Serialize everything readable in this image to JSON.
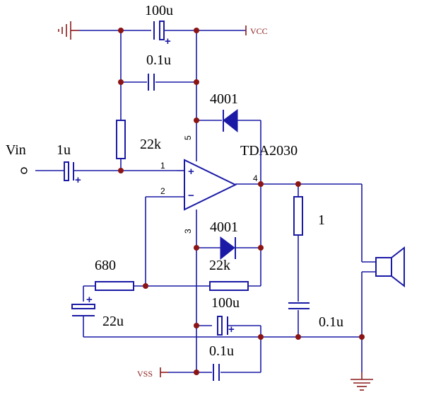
{
  "labels": {
    "cap_top_big": "100u",
    "vcc": "VCC",
    "cap_top_small": "0.1u",
    "diode_top": "4001",
    "res_input": "22k",
    "vin": "Vin",
    "cap_input": "1u",
    "chip": "TDA2030",
    "pin1": "1",
    "pin2": "2",
    "pin3": "3",
    "pin4": "4",
    "pin5": "5",
    "res_out": "1",
    "diode_bottom": "4001",
    "res_fb": "22k",
    "res_680": "680",
    "cap_22u": "22u",
    "cap_bot_big": "100u",
    "cap_out": "0.1u",
    "cap_bot_small": "0.1u",
    "vss": "VSS"
  },
  "symbols": {
    "plus": "+",
    "minus": "−"
  },
  "colors": {
    "wire": "#1a1aa6",
    "power": "#8b1a1a",
    "junction": "#8b1414"
  }
}
